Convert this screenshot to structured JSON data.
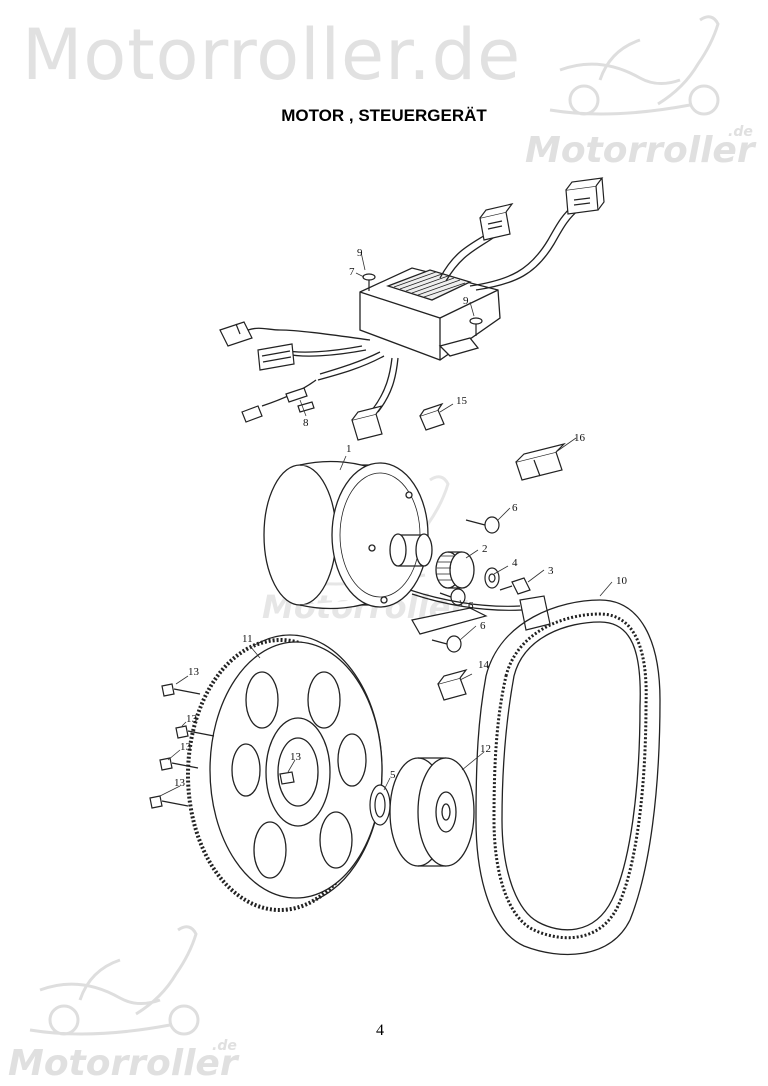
{
  "watermark": {
    "text": "Motorroller.de",
    "logo_word": "Motorroller",
    "logo_suffix": ".de",
    "color": "#e1e1e1"
  },
  "page": {
    "title": "MOTOR , STEUERGERÄT",
    "page_number": "4"
  },
  "callouts": [
    "1",
    "2",
    "3",
    "4",
    "5",
    "6",
    "6",
    "6",
    "7",
    "8",
    "9",
    "9",
    "10",
    "11",
    "12",
    "13",
    "13",
    "13",
    "13",
    "13",
    "14",
    "15",
    "16"
  ],
  "colors": {
    "line": "#222222",
    "background": "#ffffff"
  }
}
